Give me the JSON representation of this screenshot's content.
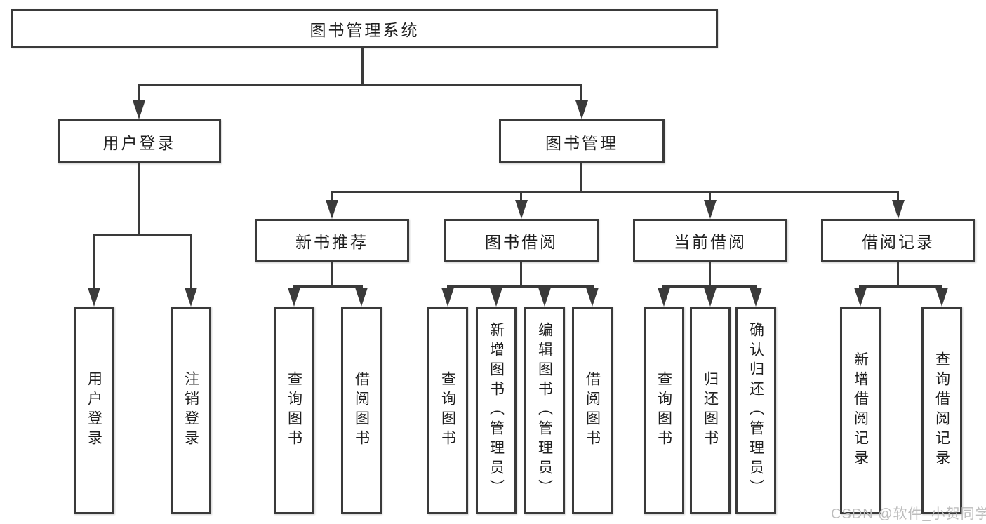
{
  "colors": {
    "line": "#3a3a3a",
    "text": "#1f1f1f",
    "box_bg": "#ffffff",
    "watermark": "#bdbdbd"
  },
  "watermark": {
    "text": "CSDN @软件_小贺同学"
  },
  "tree": {
    "root": {
      "label": "图书管理系统"
    },
    "branches": [
      {
        "label": "用户登录",
        "leaves": [
          {
            "label": "用户登录"
          },
          {
            "label": "注销登录"
          }
        ]
      },
      {
        "label": "图书管理",
        "groups": [
          {
            "label": "新书推荐",
            "leaves": [
              {
                "label": "查询图书"
              },
              {
                "label": "借阅图书"
              }
            ]
          },
          {
            "label": "图书借阅",
            "leaves": [
              {
                "label": "查询图书"
              },
              {
                "label": "新增图书（管理员）"
              },
              {
                "label": "编辑图书（管理员）"
              },
              {
                "label": "借阅图书"
              }
            ]
          },
          {
            "label": "当前借阅",
            "leaves": [
              {
                "label": "查询图书"
              },
              {
                "label": "归还图书"
              },
              {
                "label": "确认归还（管理员）"
              }
            ]
          },
          {
            "label": "借阅记录",
            "leaves": [
              {
                "label": "新增借阅记录"
              },
              {
                "label": "查询借阅记录"
              }
            ]
          }
        ]
      }
    ]
  }
}
